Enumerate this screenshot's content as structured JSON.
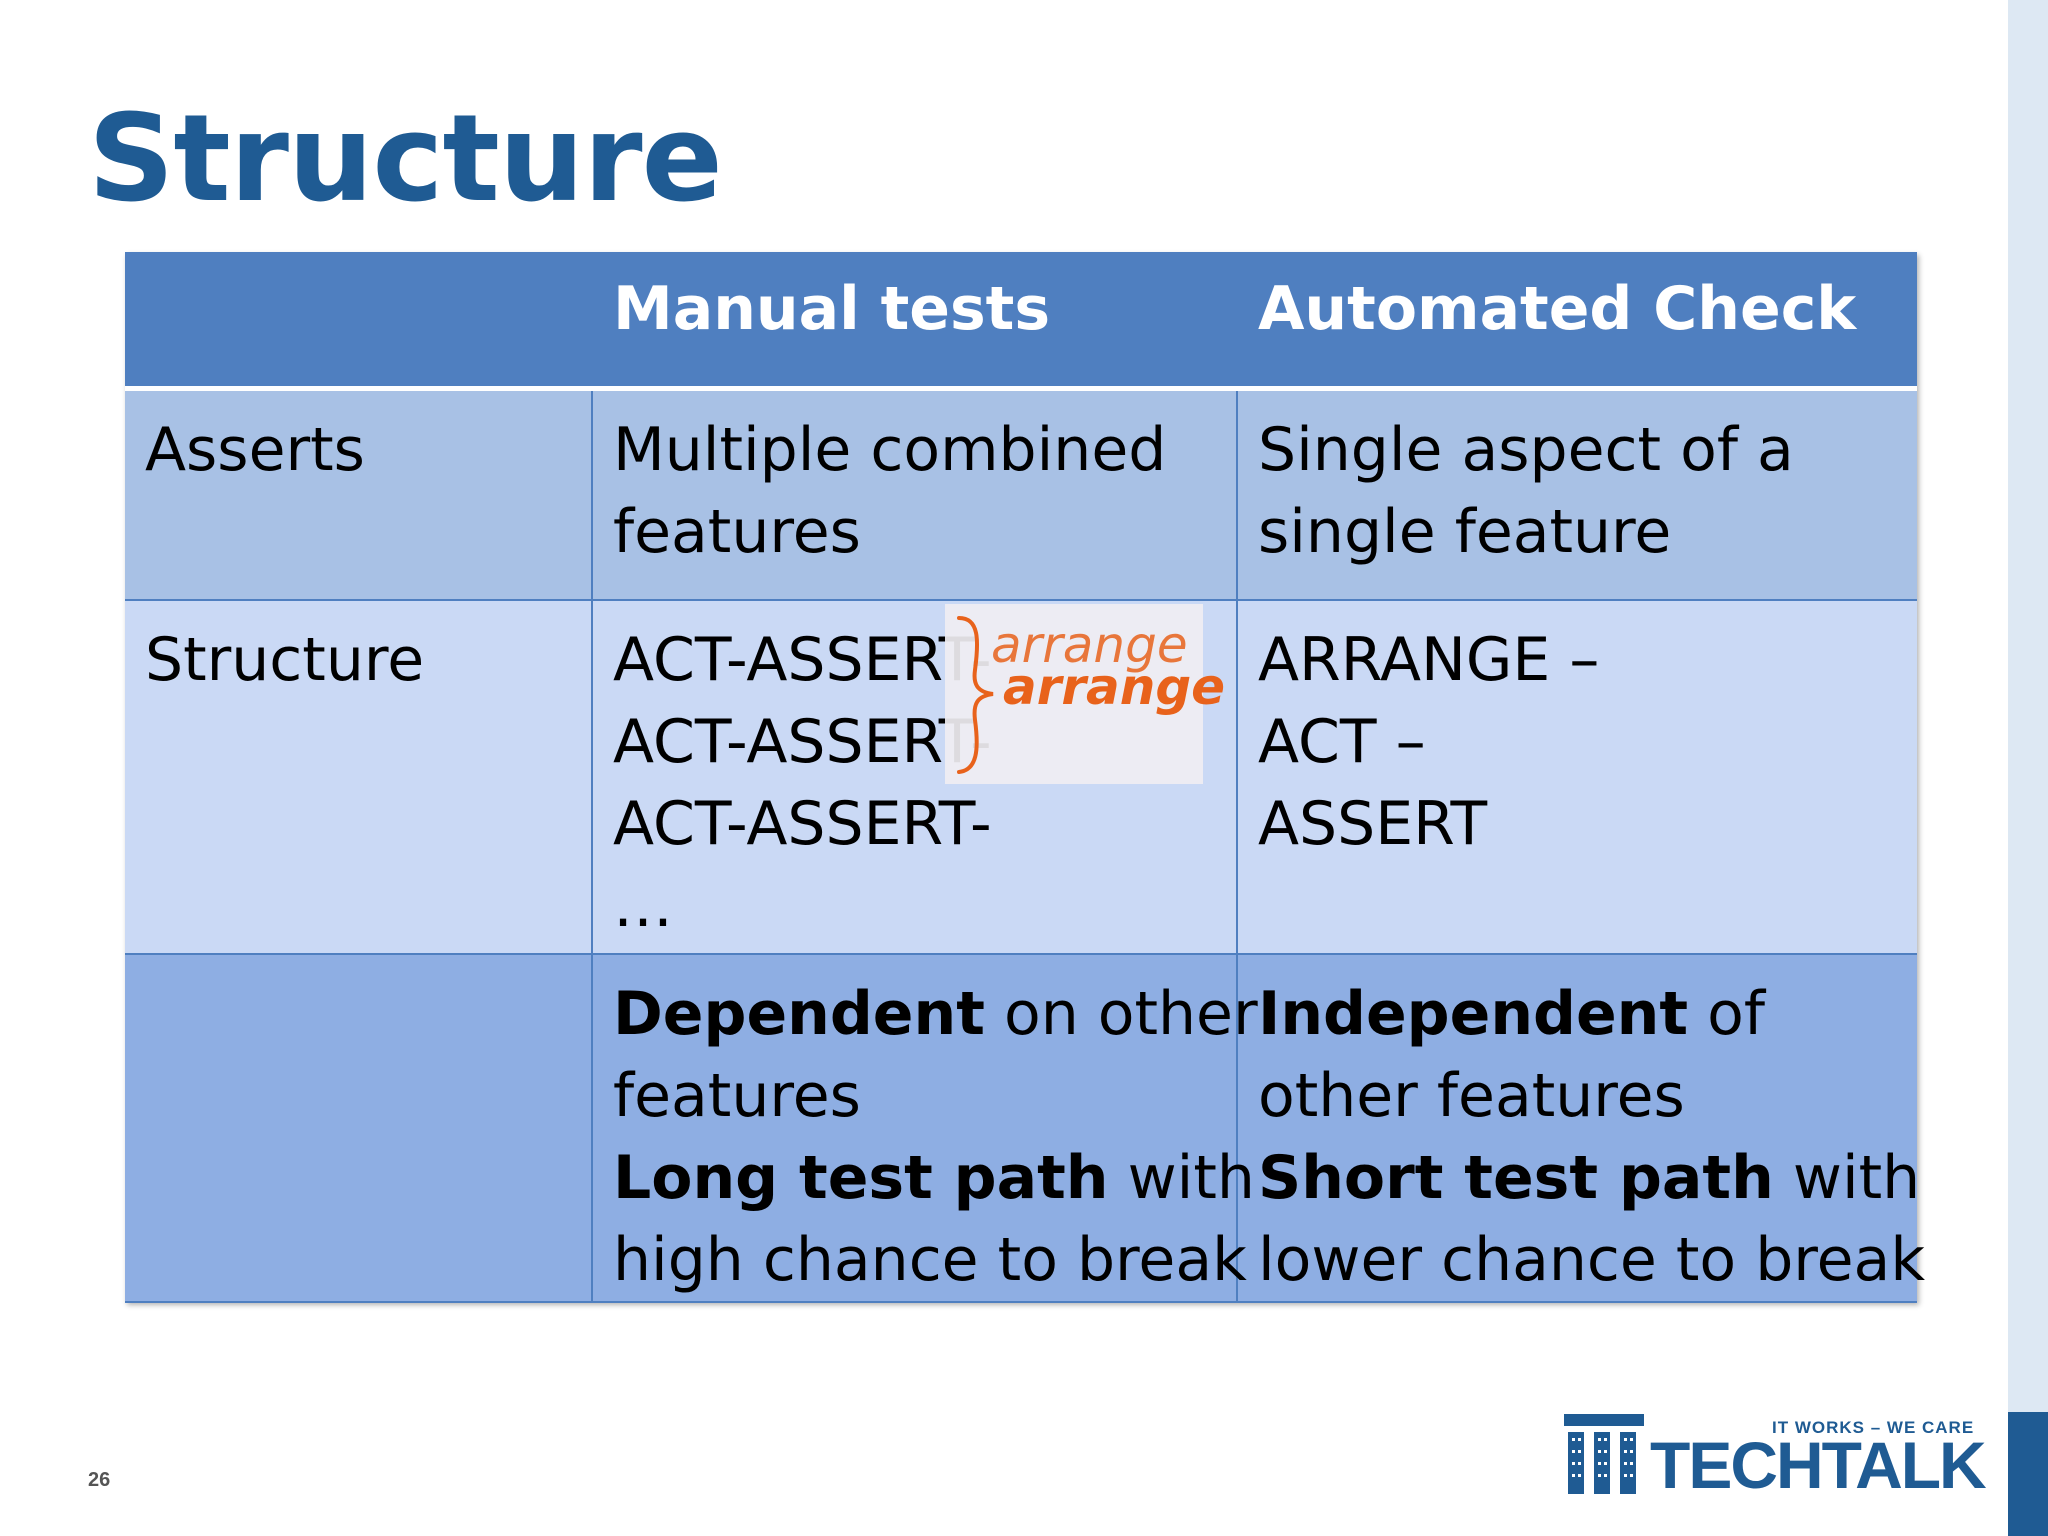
{
  "slide": {
    "title": "Structure",
    "page_number": "26"
  },
  "table": {
    "headers": [
      "",
      "Manual tests",
      "Automated Check"
    ],
    "rows": [
      {
        "label": "Asserts",
        "manual": [
          "Multiple combined",
          "features"
        ],
        "automated": [
          "Single aspect of a",
          "single feature"
        ]
      },
      {
        "label": "Structure",
        "manual": [
          "ACT-ASSERT-",
          "ACT-ASSERT-",
          "ACT-ASSERT-",
          "…"
        ],
        "automated": [
          "ARRANGE –",
          "ACT –",
          "ASSERT"
        ]
      },
      {
        "label": "",
        "manual": [
          {
            "bold": "Dependent",
            "rest": " on other"
          },
          {
            "bold": "",
            "rest": "features"
          },
          {
            "bold": "Long test path",
            "rest": " with"
          },
          {
            "bold": "",
            "rest": "high chance to break"
          }
        ],
        "automated": [
          {
            "bold": "Independent",
            "rest": " of"
          },
          {
            "bold": "",
            "rest": "other features"
          },
          {
            "bold": "Short test path",
            "rest": " with"
          },
          {
            "bold": "",
            "rest": "lower chance to break"
          }
        ]
      }
    ]
  },
  "annotation": {
    "words": [
      "arrange",
      "arrange"
    ],
    "color": "#e8621b"
  },
  "logo": {
    "tagline": "IT WORKS – WE CARE",
    "word": "TECHTALK",
    "mark_icon": "it-grid-logo-icon"
  },
  "colors": {
    "title": "#1f5b93",
    "header_bg": "#4f7fc0",
    "row1_bg": "#a8c1e5",
    "row2_bg": "#cad9f5",
    "row3_bg": "#8eaee3",
    "brand": "#1f5b93"
  }
}
